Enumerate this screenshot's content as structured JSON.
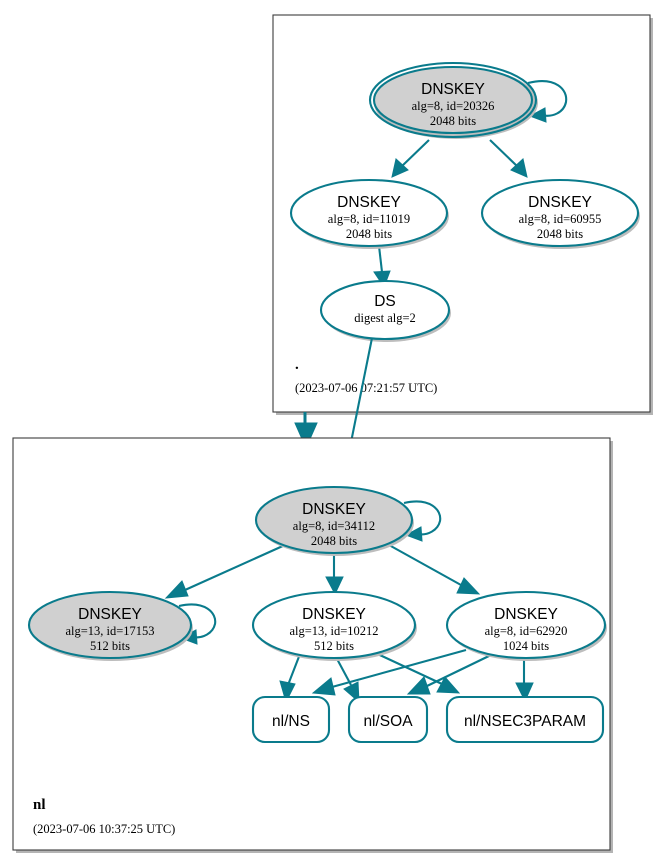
{
  "diagram": {
    "kind": "dnssec-authentication-chain",
    "colors": {
      "edge": "#0a7b8c",
      "node_stroke": "#0a7b8c",
      "secure_fill": "#d0d0d0",
      "plain_fill": "#ffffff",
      "zone_border": "#3c3c3c",
      "text": "#000000"
    }
  },
  "zones": [
    {
      "id": "root",
      "name": ".",
      "timestamp": "(2023-07-06 07:21:57 UTC)",
      "nodes": [
        {
          "id": "root-ksk-20326",
          "type": "DNSKEY",
          "title": "DNSKEY",
          "line1": "alg=8, id=20326",
          "line2": "2048 bits",
          "alg": "8",
          "key_id": "20326",
          "key_size": "2048 bits",
          "trust_anchor": true,
          "fill": "grey",
          "self_signed": true
        },
        {
          "id": "root-zsk-11019",
          "type": "DNSKEY",
          "title": "DNSKEY",
          "line1": "alg=8, id=11019",
          "line2": "2048 bits",
          "alg": "8",
          "key_id": "11019",
          "key_size": "2048 bits",
          "trust_anchor": false,
          "fill": "white",
          "self_signed": false
        },
        {
          "id": "root-zsk-60955",
          "type": "DNSKEY",
          "title": "DNSKEY",
          "line1": "alg=8, id=60955",
          "line2": "2048 bits",
          "alg": "8",
          "key_id": "60955",
          "key_size": "2048 bits",
          "trust_anchor": false,
          "fill": "white",
          "self_signed": false
        },
        {
          "id": "root-ds",
          "type": "DS",
          "title": "DS",
          "line1": "digest alg=2",
          "line2": "",
          "fill": "white",
          "trust_anchor": false,
          "self_signed": false
        }
      ]
    },
    {
      "id": "nl",
      "name": "nl",
      "timestamp": "(2023-07-06 10:37:25 UTC)",
      "nodes": [
        {
          "id": "nl-ksk-34112",
          "type": "DNSKEY",
          "title": "DNSKEY",
          "line1": "alg=8, id=34112",
          "line2": "2048 bits",
          "alg": "8",
          "key_id": "34112",
          "key_size": "2048 bits",
          "trust_anchor": false,
          "fill": "grey",
          "self_signed": true
        },
        {
          "id": "nl-key-17153",
          "type": "DNSKEY",
          "title": "DNSKEY",
          "line1": "alg=13, id=17153",
          "line2": "512 bits",
          "alg": "13",
          "key_id": "17153",
          "key_size": "512 bits",
          "trust_anchor": false,
          "fill": "grey",
          "self_signed": true
        },
        {
          "id": "nl-key-10212",
          "type": "DNSKEY",
          "title": "DNSKEY",
          "line1": "alg=13, id=10212",
          "line2": "512 bits",
          "alg": "13",
          "key_id": "10212",
          "key_size": "512 bits",
          "trust_anchor": false,
          "fill": "white",
          "self_signed": false
        },
        {
          "id": "nl-key-62920",
          "type": "DNSKEY",
          "title": "DNSKEY",
          "line1": "alg=8, id=62920",
          "line2": "1024 bits",
          "alg": "8",
          "key_id": "62920",
          "key_size": "1024 bits",
          "trust_anchor": false,
          "fill": "white",
          "self_signed": false
        }
      ],
      "rrsets": [
        {
          "id": "nl-ns",
          "label": "nl/NS"
        },
        {
          "id": "nl-soa",
          "label": "nl/SOA"
        },
        {
          "id": "nl-nsec3param",
          "label": "nl/NSEC3PARAM"
        }
      ]
    }
  ],
  "edges": [
    {
      "from": "root-ksk-20326",
      "to": "root-ksk-20326",
      "kind": "self-sign"
    },
    {
      "from": "root-ksk-20326",
      "to": "root-zsk-11019",
      "kind": "sign"
    },
    {
      "from": "root-ksk-20326",
      "to": "root-zsk-60955",
      "kind": "sign"
    },
    {
      "from": "root-zsk-11019",
      "to": "root-ds",
      "kind": "sign"
    },
    {
      "from": "root-ds",
      "to": "nl-ksk-34112",
      "kind": "delegation"
    },
    {
      "from": "root-zone",
      "to": "nl-zone",
      "kind": "zone-delegation"
    },
    {
      "from": "nl-ksk-34112",
      "to": "nl-ksk-34112",
      "kind": "self-sign"
    },
    {
      "from": "nl-ksk-34112",
      "to": "nl-key-17153",
      "kind": "sign"
    },
    {
      "from": "nl-ksk-34112",
      "to": "nl-key-10212",
      "kind": "sign"
    },
    {
      "from": "nl-ksk-34112",
      "to": "nl-key-62920",
      "kind": "sign"
    },
    {
      "from": "nl-key-17153",
      "to": "nl-key-17153",
      "kind": "self-sign"
    },
    {
      "from": "nl-key-10212",
      "to": "nl-ns",
      "kind": "sign"
    },
    {
      "from": "nl-key-10212",
      "to": "nl-soa",
      "kind": "sign"
    },
    {
      "from": "nl-key-10212",
      "to": "nl-nsec3param",
      "kind": "sign"
    },
    {
      "from": "nl-key-62920",
      "to": "nl-ns",
      "kind": "sign"
    },
    {
      "from": "nl-key-62920",
      "to": "nl-soa",
      "kind": "sign"
    },
    {
      "from": "nl-key-62920",
      "to": "nl-nsec3param",
      "kind": "sign"
    }
  ]
}
